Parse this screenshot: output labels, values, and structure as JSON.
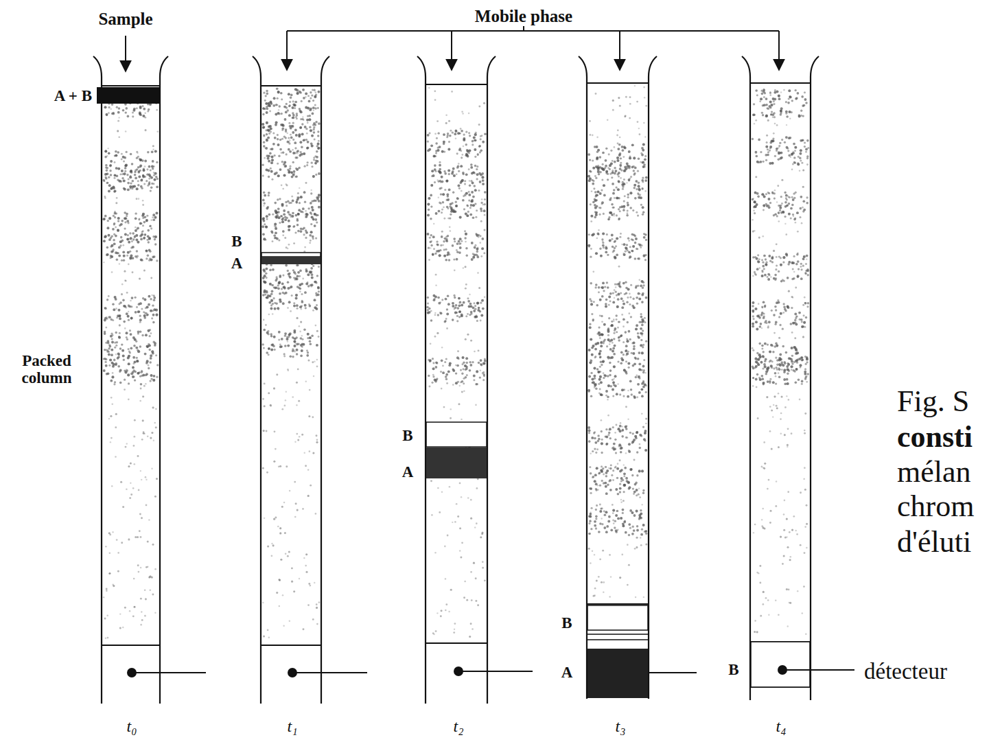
{
  "diagram": {
    "labels": [
      "Sample",
      "Mobile phase",
      "A + B",
      "Packed column",
      "B",
      "A",
      "B",
      "A",
      "B",
      "A",
      "B",
      "détecteur",
      "t₀",
      "t₁",
      "t₂",
      "t₃",
      "t₄",
      "Fig. S",
      "consti",
      "mélan",
      "chrom",
      "d'éluti"
    ]
  }
}
